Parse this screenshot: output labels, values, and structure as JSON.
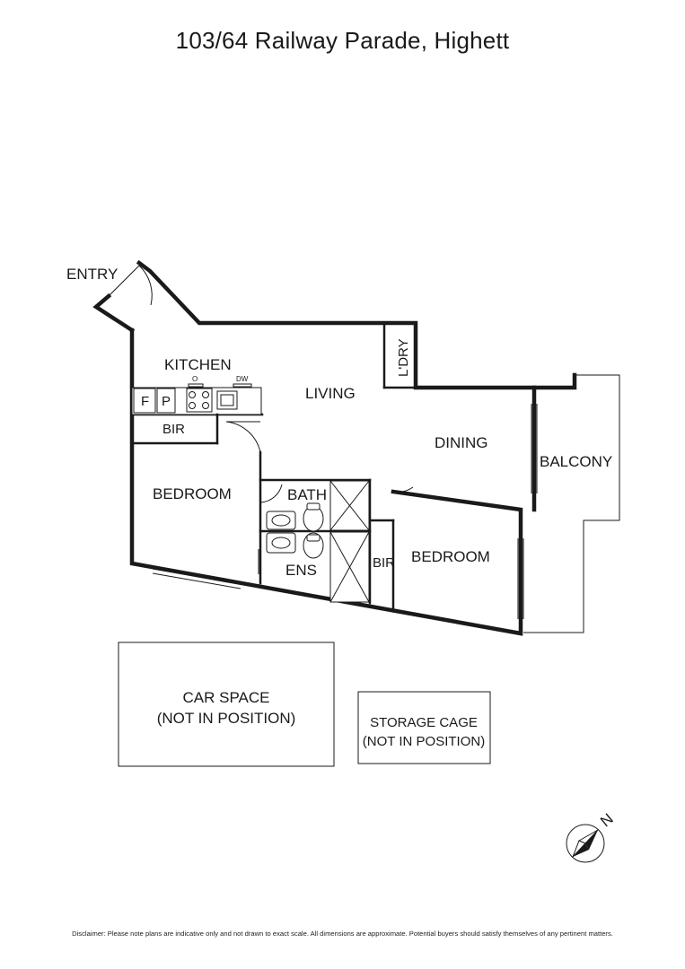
{
  "title": "103/64 Railway Parade, Highett",
  "rooms": {
    "entry": "ENTRY",
    "kitchen": "KITCHEN",
    "living": "LIVING",
    "laundry": "L'DRY",
    "dining": "DINING",
    "balcony": "BALCONY",
    "bedroom_1": "BEDROOM",
    "bedroom_2": "BEDROOM",
    "bath": "BATH",
    "ensuite": "ENS",
    "bir_1": "BIR",
    "bir_2": "BIR",
    "fridge": "F",
    "pantry": "P",
    "oven": "O",
    "dishwasher": "DW"
  },
  "extras": {
    "car_space_line1": "CAR SPACE",
    "car_space_line2": "(NOT IN POSITION)",
    "storage_line1": "STORAGE CAGE",
    "storage_line2": "(NOT IN POSITION)"
  },
  "compass": {
    "label": "N",
    "icon": "north-arrow-icon"
  },
  "disclaimer": "Disclaimer: Please note plans are indicative only and not drawn to exact scale. All dimensions are approximate. Potential buyers should satisfy themselves of any pertinent matters."
}
